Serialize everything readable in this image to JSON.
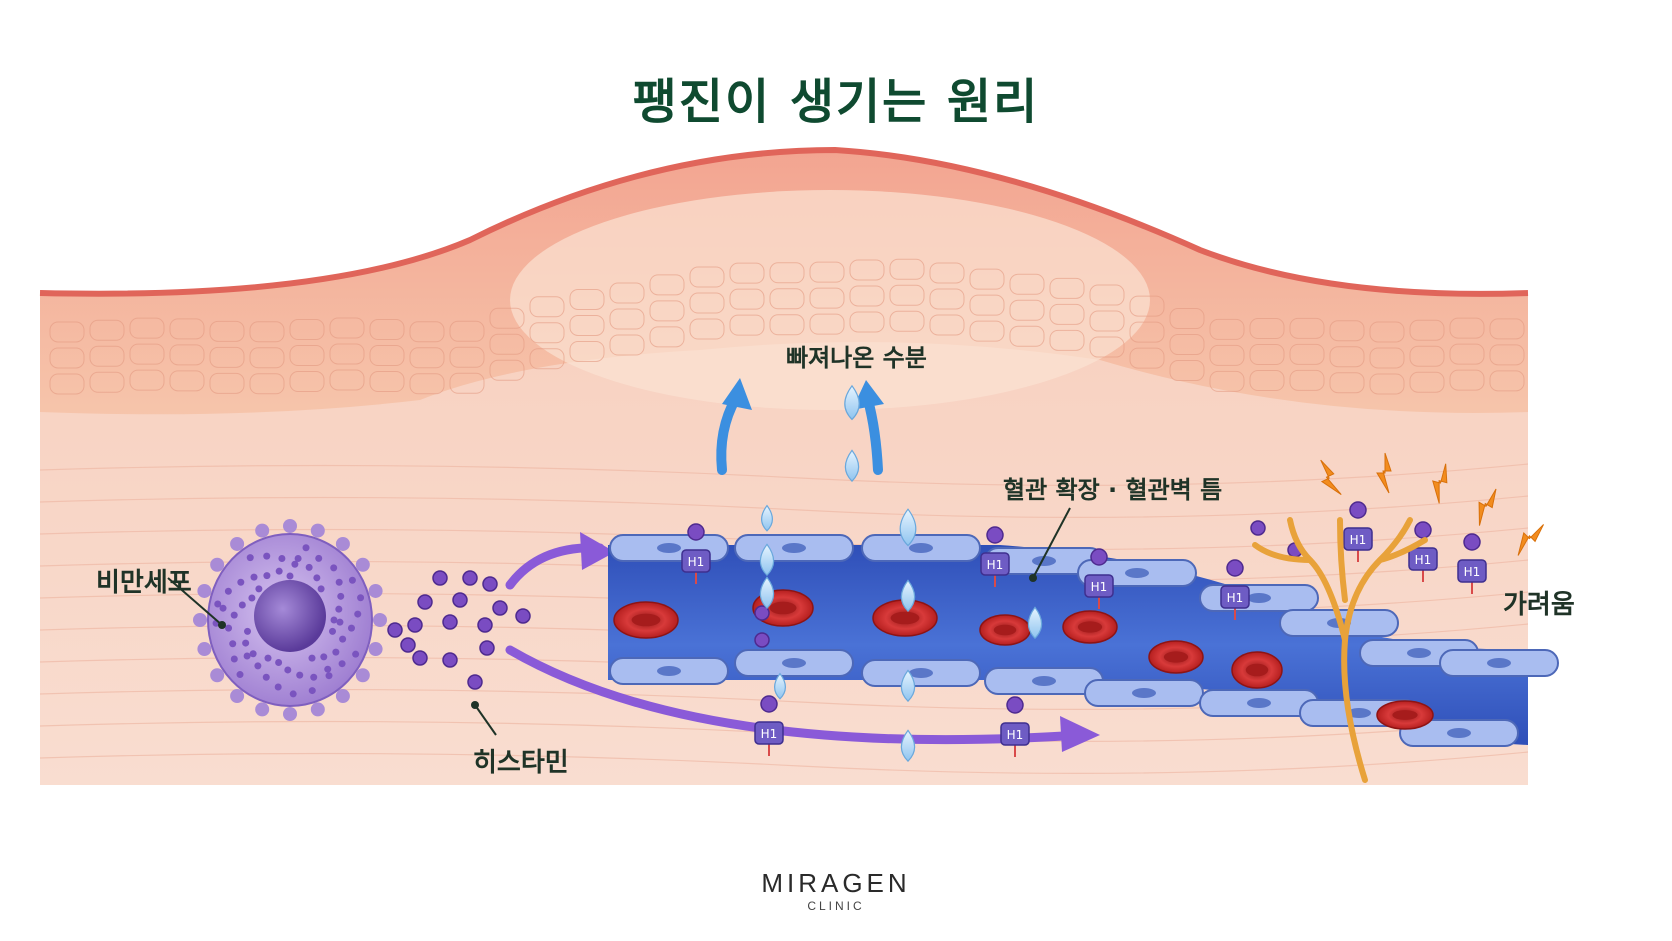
{
  "title": "팽진이 생기는 원리",
  "labels": {
    "mast_cell": "비만세포",
    "histamine": "히스타민",
    "leaked_fluid": "빠져나온 수분",
    "vessel_change": "혈관 확장 · 혈관벽 틈",
    "itch": "가려움",
    "receptor": "H1"
  },
  "brand": {
    "name": "MIRAGEN",
    "sub": "CLINIC"
  },
  "colors": {
    "title": "#0f4a30",
    "skin": "#f6d3c2",
    "epidermis": "#f0a891",
    "vessel": "#3a5fc8",
    "rbc": "#c92a2a",
    "mast_cell": "#a98bd6",
    "histamine": "#7a4cc2",
    "arrow_purple": "#8a5ad8",
    "arrow_blue": "#3b8fe0",
    "nerve": "#e8a23a"
  },
  "icons": [
    "mast-cell-icon",
    "histamine-particle-icon",
    "water-drop-icon",
    "red-blood-cell-icon",
    "h1-receptor-icon",
    "nerve-fiber-icon",
    "itch-spark-icon"
  ]
}
